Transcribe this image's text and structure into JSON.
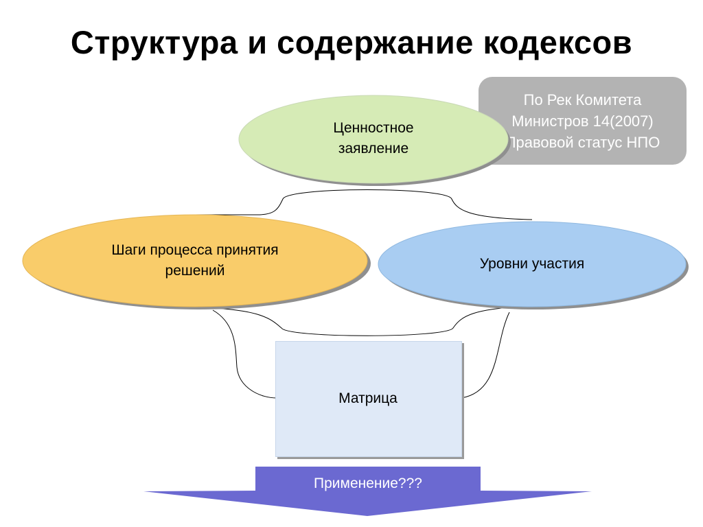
{
  "title": "Структура и содержание кодексов",
  "note": {
    "lines": [
      "По Рек Комитета",
      "Министров 14(2007)",
      "Правовой статус НПО"
    ]
  },
  "nodes": {
    "value": {
      "lines": [
        "Ценностное",
        "заявление"
      ],
      "color": "#d6ebb6"
    },
    "steps": {
      "lines": [
        "Шаги процесса принятия",
        "решений"
      ],
      "color": "#f9cc6a"
    },
    "levels": {
      "lines": [
        "Уровни участия"
      ],
      "color": "#a9cdf2"
    },
    "matrix": {
      "lines": [
        "Матрица"
      ],
      "color": "#dfe9f7"
    }
  },
  "application": {
    "label": "Применение???",
    "color": "#6b69d1"
  }
}
